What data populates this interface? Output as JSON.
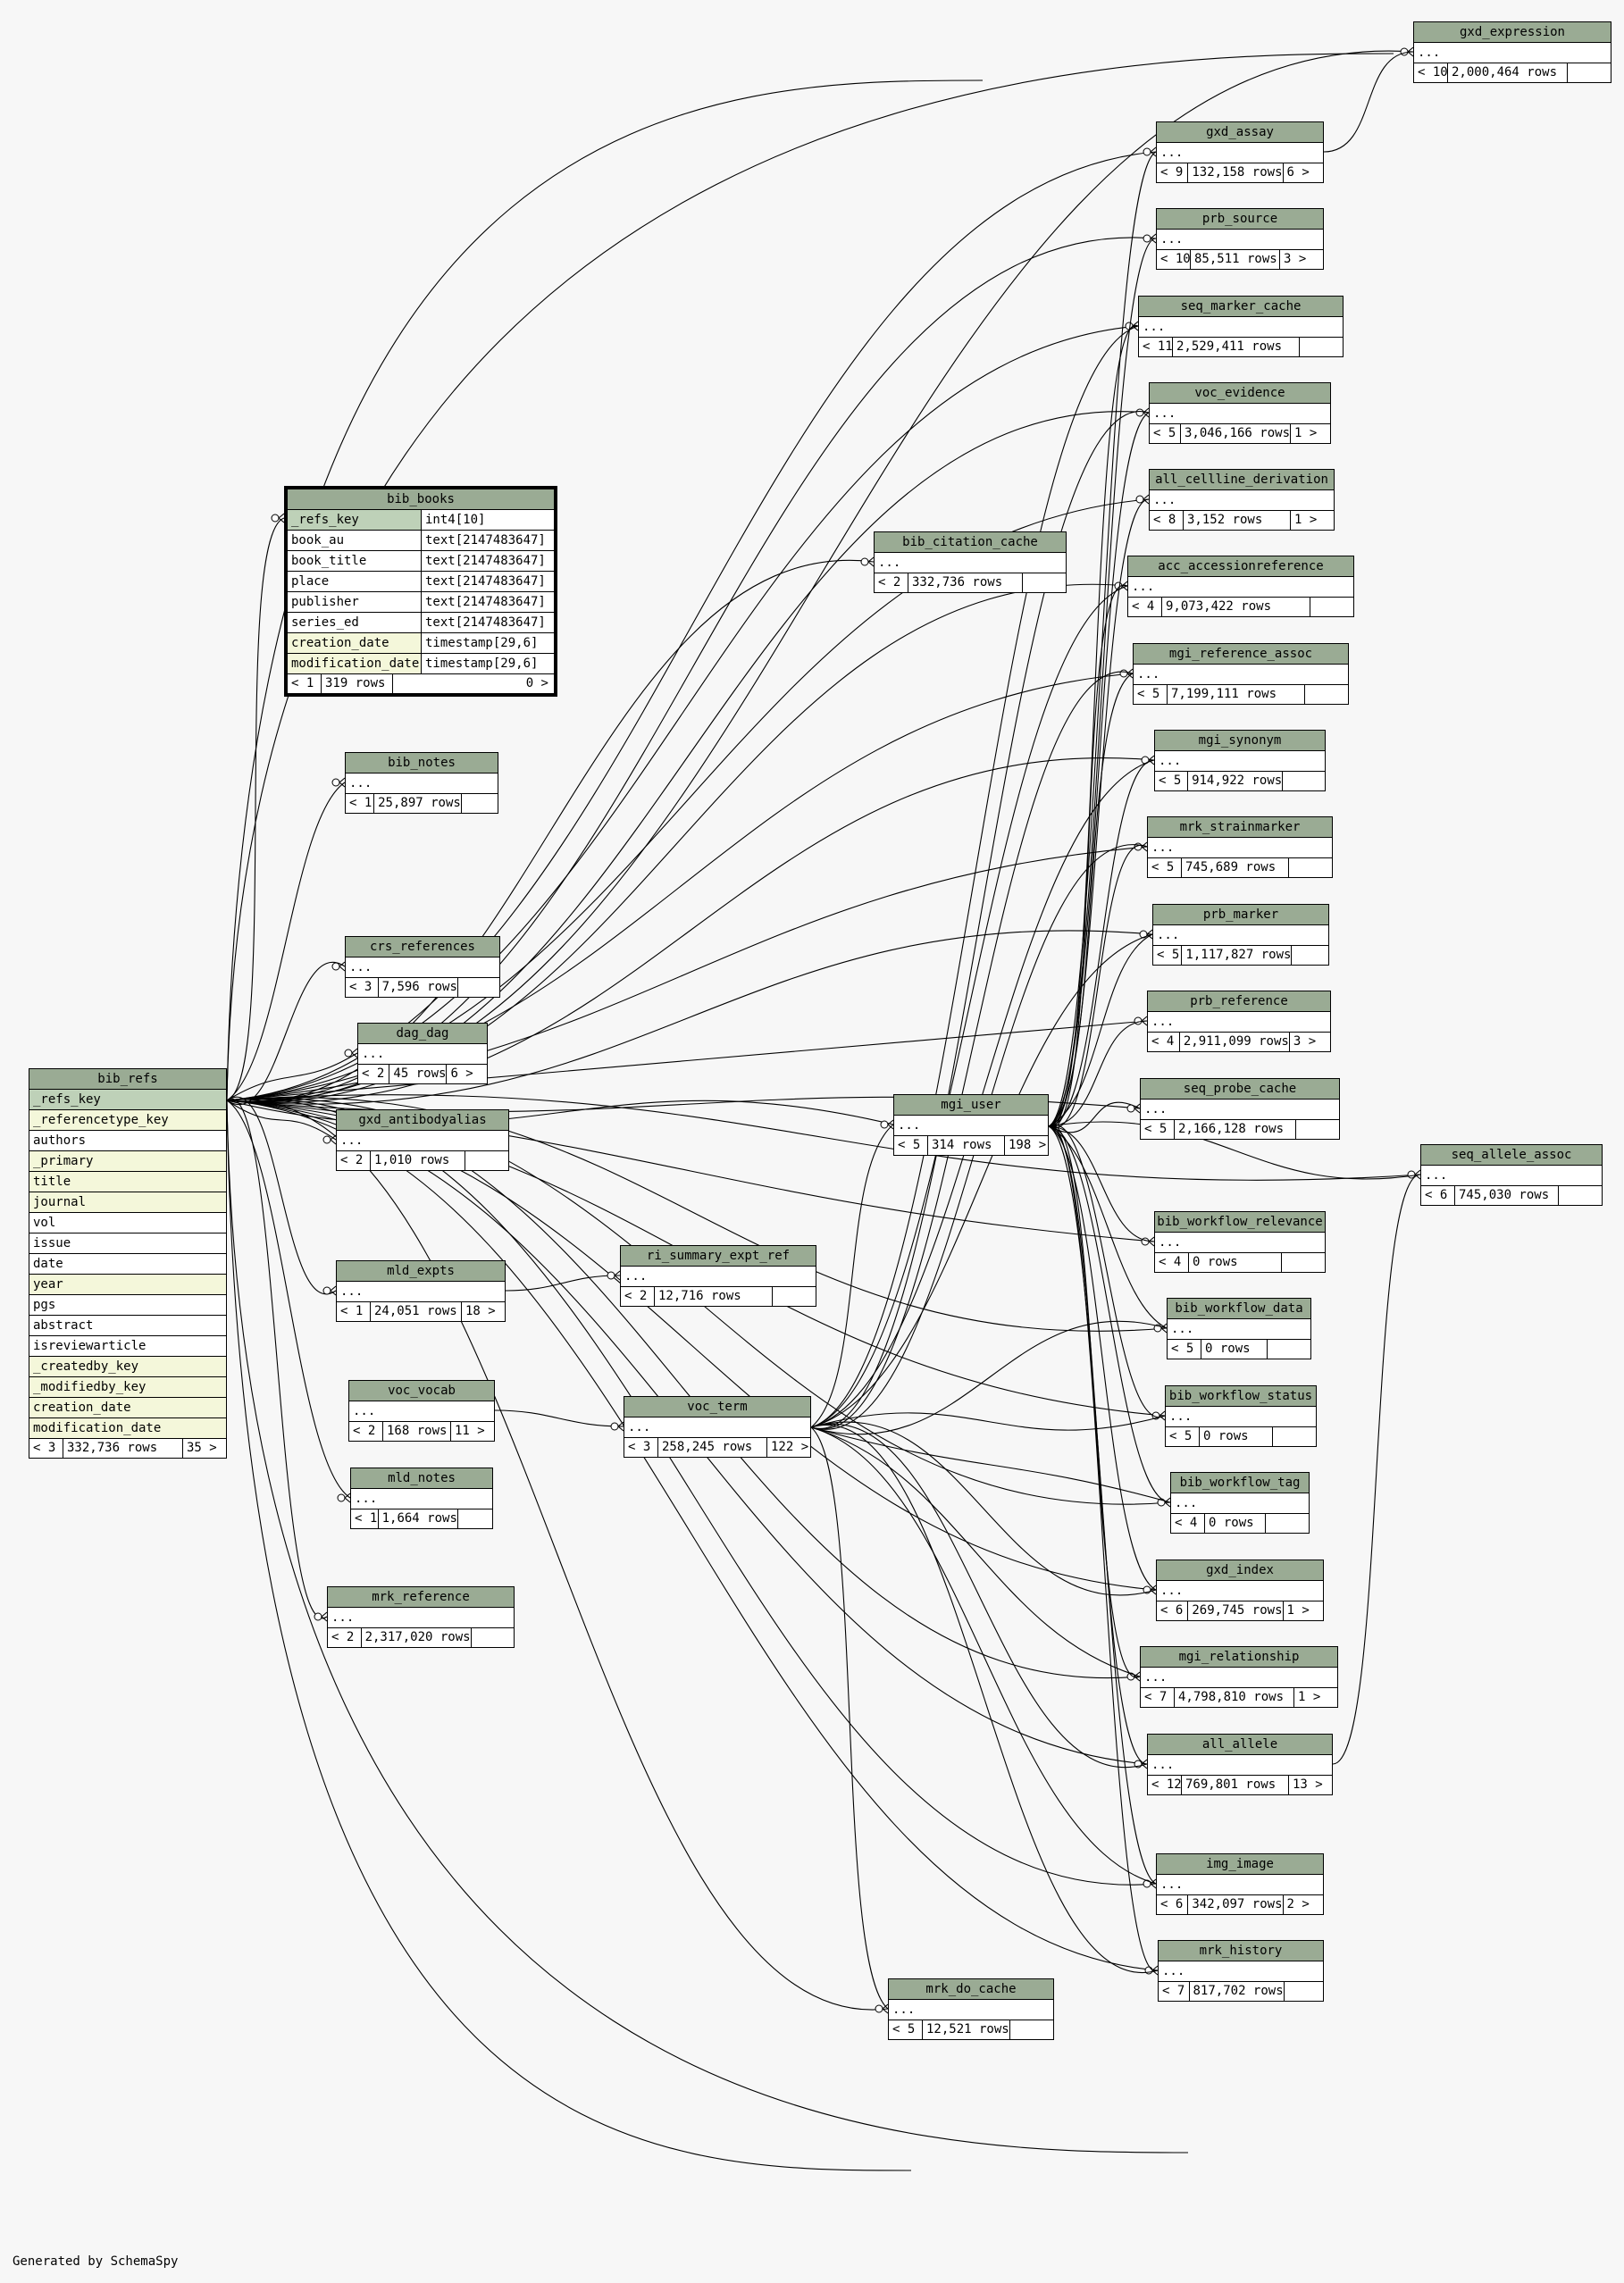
{
  "focus_table": {
    "name": "bib_books",
    "columns": [
      {
        "name": "_refs_key",
        "type": "int4[10]",
        "kind": "pk"
      },
      {
        "name": "book_au",
        "type": "text[2147483647]",
        "kind": ""
      },
      {
        "name": "book_title",
        "type": "text[2147483647]",
        "kind": ""
      },
      {
        "name": "place",
        "type": "text[2147483647]",
        "kind": ""
      },
      {
        "name": "publisher",
        "type": "text[2147483647]",
        "kind": ""
      },
      {
        "name": "series_ed",
        "type": "text[2147483647]",
        "kind": ""
      },
      {
        "name": "creation_date",
        "type": "timestamp[29,6]",
        "kind": "fk"
      },
      {
        "name": "modification_date",
        "type": "timestamp[29,6]",
        "kind": "fk"
      }
    ],
    "footer": [
      "< 1",
      "319 rows",
      "0 >"
    ]
  },
  "main_table": {
    "name": "bib_refs",
    "columns": [
      {
        "name": "_refs_key",
        "kind": "pk"
      },
      {
        "name": "_referencetype_key",
        "kind": "fk"
      },
      {
        "name": "authors",
        "kind": ""
      },
      {
        "name": "_primary",
        "kind": "fk"
      },
      {
        "name": "title",
        "kind": "fk"
      },
      {
        "name": "journal",
        "kind": "fk"
      },
      {
        "name": "vol",
        "kind": ""
      },
      {
        "name": "issue",
        "kind": ""
      },
      {
        "name": "date",
        "kind": ""
      },
      {
        "name": "year",
        "kind": "fk"
      },
      {
        "name": "pgs",
        "kind": ""
      },
      {
        "name": "abstract",
        "kind": ""
      },
      {
        "name": "isreviewarticle",
        "kind": ""
      },
      {
        "name": "_createdby_key",
        "kind": "fk"
      },
      {
        "name": "_modifiedby_key",
        "kind": "fk"
      },
      {
        "name": "creation_date",
        "kind": "fk"
      },
      {
        "name": "modification_date",
        "kind": "fk"
      }
    ],
    "footer": [
      "< 3",
      "332,736 rows",
      "35 >"
    ]
  },
  "tables": [
    {
      "name": "gxd_expression",
      "footer": [
        "< 10",
        "2,000,464 rows",
        ""
      ]
    },
    {
      "name": "gxd_assay",
      "footer": [
        "< 9",
        "132,158 rows",
        "6 >"
      ]
    },
    {
      "name": "prb_source",
      "footer": [
        "< 10",
        "85,511 rows",
        "3 >"
      ]
    },
    {
      "name": "seq_marker_cache",
      "footer": [
        "< 11",
        "2,529,411 rows",
        ""
      ]
    },
    {
      "name": "voc_evidence",
      "footer": [
        "< 5",
        "3,046,166 rows",
        "1 >"
      ]
    },
    {
      "name": "all_cellline_derivation",
      "footer": [
        "< 8",
        "3,152 rows",
        "1 >"
      ]
    },
    {
      "name": "acc_accessionreference",
      "footer": [
        "< 4",
        "9,073,422 rows",
        ""
      ]
    },
    {
      "name": "mgi_reference_assoc",
      "footer": [
        "< 5",
        "7,199,111 rows",
        ""
      ]
    },
    {
      "name": "mgi_synonym",
      "footer": [
        "< 5",
        "914,922 rows",
        ""
      ]
    },
    {
      "name": "mrk_strainmarker",
      "footer": [
        "< 5",
        "745,689 rows",
        ""
      ]
    },
    {
      "name": "prb_marker",
      "footer": [
        "< 5",
        "1,117,827 rows",
        ""
      ]
    },
    {
      "name": "prb_reference",
      "footer": [
        "< 4",
        "2,911,099 rows",
        "3 >"
      ]
    },
    {
      "name": "seq_probe_cache",
      "footer": [
        "< 5",
        "2,166,128 rows",
        ""
      ]
    },
    {
      "name": "seq_allele_assoc",
      "footer": [
        "< 6",
        "745,030 rows",
        ""
      ]
    },
    {
      "name": "bib_workflow_relevance",
      "footer": [
        "< 4",
        "0 rows",
        ""
      ]
    },
    {
      "name": "bib_workflow_data",
      "footer": [
        "< 5",
        "0 rows",
        ""
      ]
    },
    {
      "name": "bib_workflow_status",
      "footer": [
        "< 5",
        "0 rows",
        ""
      ]
    },
    {
      "name": "bib_workflow_tag",
      "footer": [
        "< 4",
        "0 rows",
        ""
      ]
    },
    {
      "name": "gxd_index",
      "footer": [
        "< 6",
        "269,745 rows",
        "1 >"
      ]
    },
    {
      "name": "mgi_relationship",
      "footer": [
        "< 7",
        "4,798,810 rows",
        "1 >"
      ]
    },
    {
      "name": "all_allele",
      "footer": [
        "< 12",
        "769,801 rows",
        "13 >"
      ]
    },
    {
      "name": "img_image",
      "footer": [
        "< 6",
        "342,097 rows",
        "2 >"
      ]
    },
    {
      "name": "mrk_history",
      "footer": [
        "< 7",
        "817,702 rows",
        ""
      ]
    },
    {
      "name": "mrk_do_cache",
      "footer": [
        "< 5",
        "12,521 rows",
        ""
      ]
    },
    {
      "name": "bib_citation_cache",
      "footer": [
        "< 2",
        "332,736 rows",
        ""
      ]
    },
    {
      "name": "mgi_user",
      "footer": [
        "< 5",
        "314 rows",
        "198 >"
      ]
    },
    {
      "name": "voc_term",
      "footer": [
        "< 3",
        "258,245 rows",
        "122 >"
      ]
    },
    {
      "name": "ri_summary_expt_ref",
      "footer": [
        "< 2",
        "12,716 rows",
        ""
      ]
    },
    {
      "name": "bib_notes",
      "footer": [
        "< 1",
        "25,897 rows",
        ""
      ]
    },
    {
      "name": "crs_references",
      "footer": [
        "< 3",
        "7,596 rows",
        ""
      ]
    },
    {
      "name": "dag_dag",
      "footer": [
        "< 2",
        "45 rows",
        "6 >"
      ]
    },
    {
      "name": "gxd_antibodyalias",
      "footer": [
        "< 2",
        "1,010 rows",
        ""
      ]
    },
    {
      "name": "mld_expts",
      "footer": [
        "< 1",
        "24,051 rows",
        "18 >"
      ]
    },
    {
      "name": "voc_vocab",
      "footer": [
        "< 2",
        "168 rows",
        "11 >"
      ]
    },
    {
      "name": "mld_notes",
      "footer": [
        "< 1",
        "1,664 rows",
        ""
      ]
    },
    {
      "name": "mrk_reference",
      "footer": [
        "< 2",
        "2,317,020 rows",
        ""
      ]
    }
  ],
  "ellipsis": "...",
  "credit": "Generated by SchemaSpy"
}
